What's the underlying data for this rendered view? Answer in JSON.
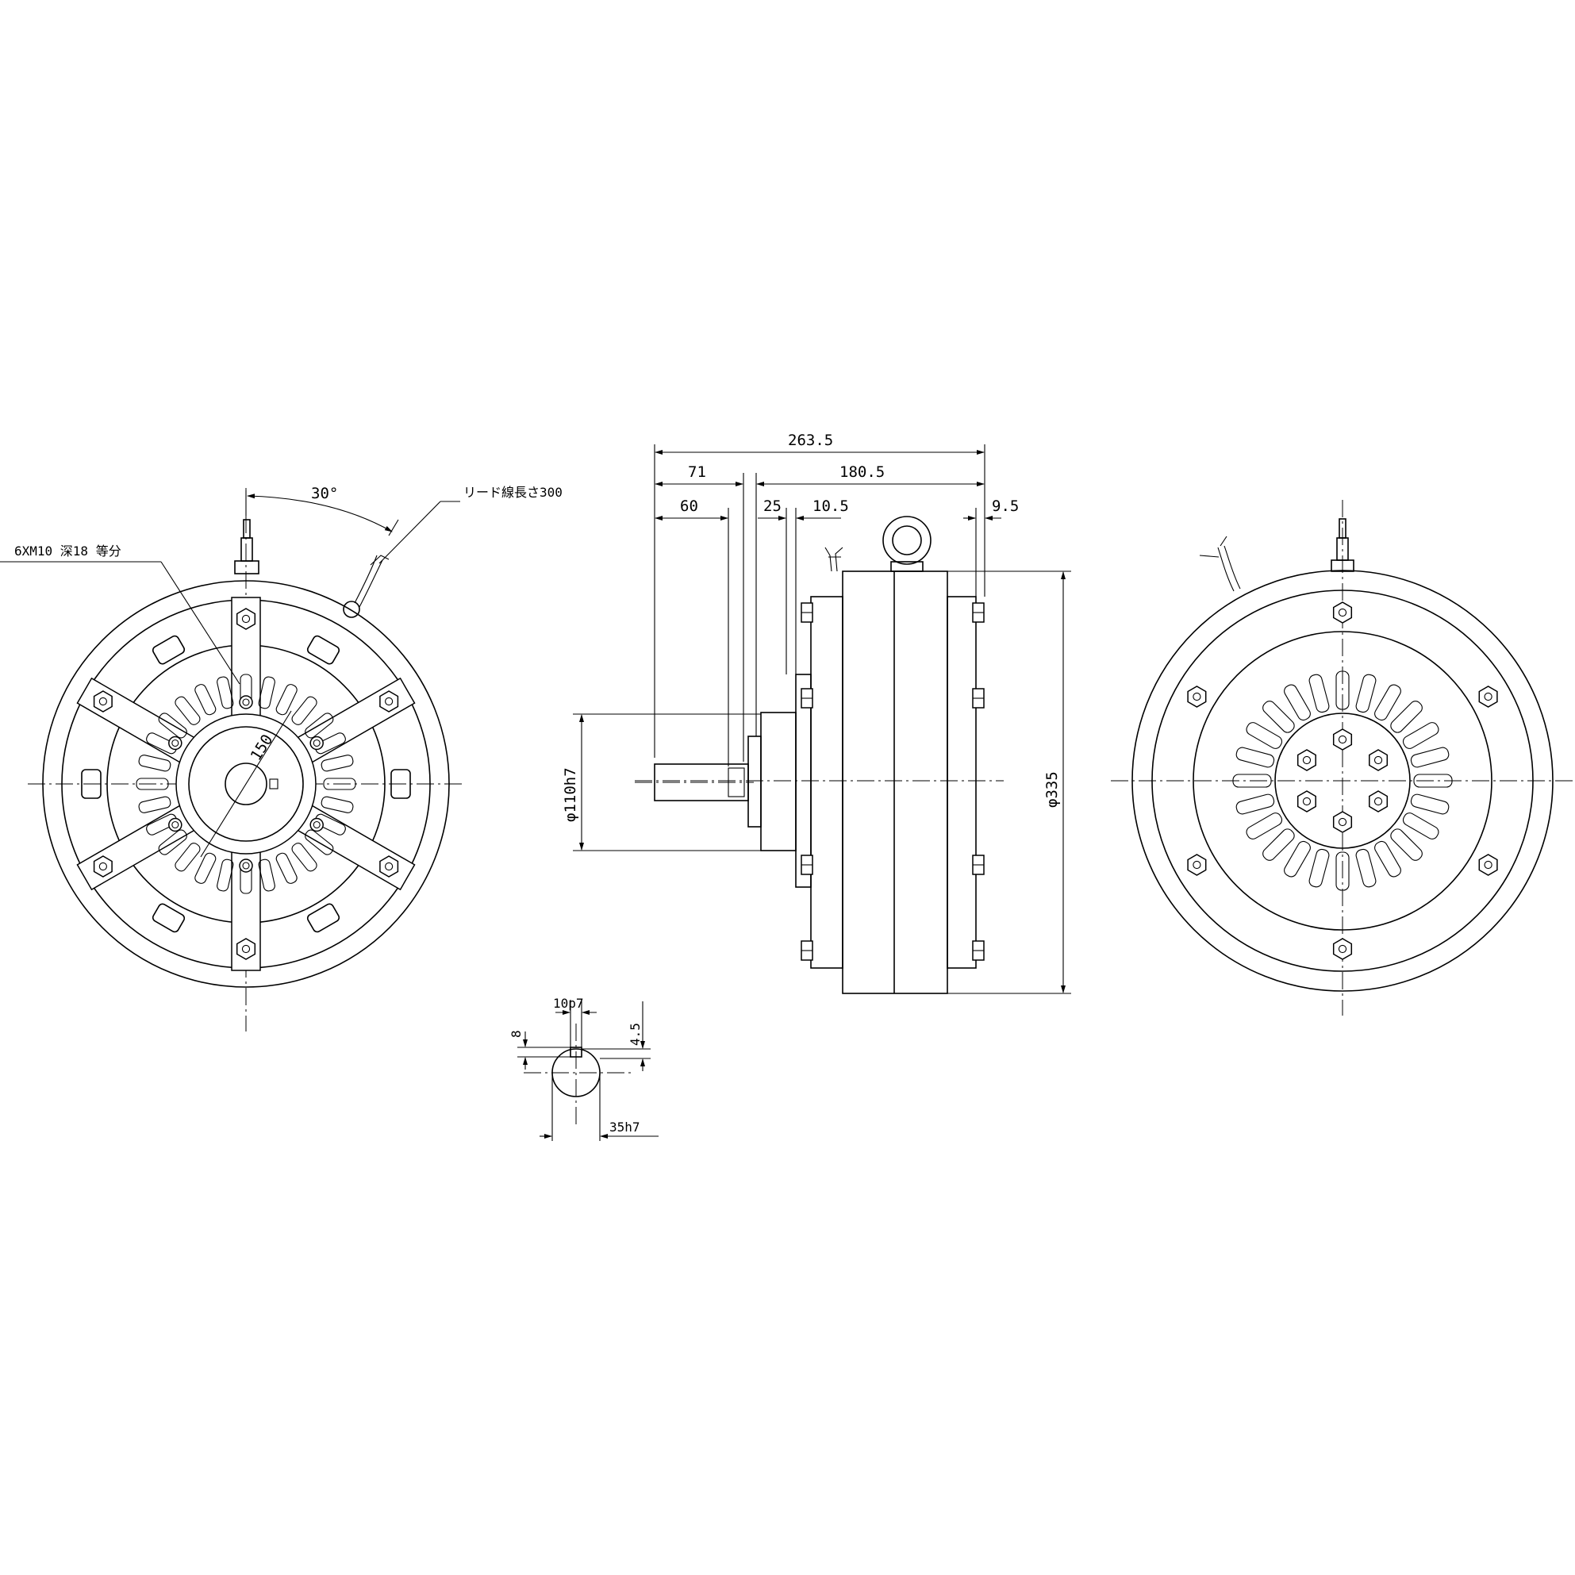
{
  "dimensions": {
    "overall_length": "263.5",
    "shaft_side_length": "71",
    "body_length": "180.5",
    "shaft_length": "60",
    "flange_gap": "25",
    "flange_offset": "10.5",
    "rear_offset": "9.5",
    "spigot_diameter": "φ110h7",
    "body_diameter": "φ335",
    "pcd": "150",
    "angle": "30°",
    "key_width": "10p7",
    "key_height": "8",
    "keyway_depth": "4.5",
    "shaft_diameter": "35h7"
  },
  "notes": {
    "tapped_holes": "6XM10 深18 等分",
    "lead_wire": "リード線長さ300"
  },
  "colors": {
    "line": "#000000",
    "background": "#ffffff"
  }
}
